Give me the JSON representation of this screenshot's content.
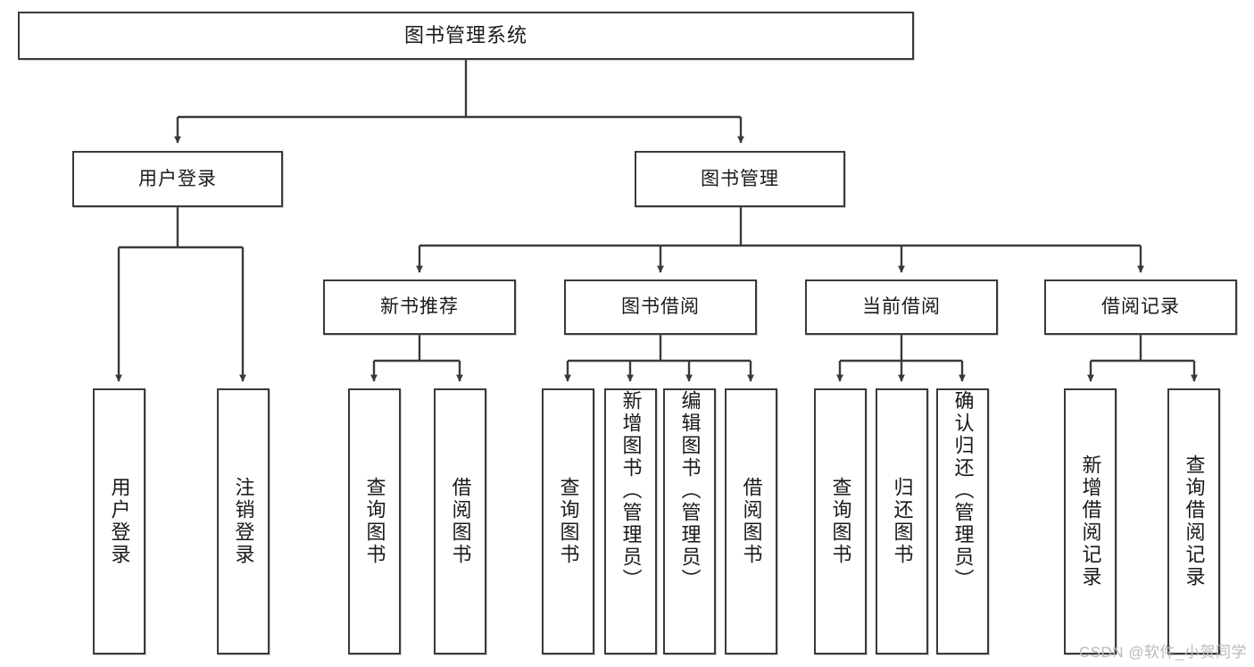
{
  "diagram": {
    "title": "图书管理系统",
    "type": "tree",
    "root": {
      "label": "图书管理系统"
    },
    "level1": [
      {
        "label": "用户登录"
      },
      {
        "label": "图书管理"
      }
    ],
    "level2": [
      {
        "label": "新书推荐"
      },
      {
        "label": "图书借阅"
      },
      {
        "label": "当前借阅"
      },
      {
        "label": "借阅记录"
      }
    ],
    "leaves": {
      "user_login": [
        {
          "label": "用户登录"
        },
        {
          "label": "注销登录"
        }
      ],
      "new_book_recommend": [
        {
          "label": "查询图书"
        },
        {
          "label": "借阅图书"
        }
      ],
      "book_borrow": [
        {
          "label": "查询图书"
        },
        {
          "label": "新增图书（管理员）"
        },
        {
          "label": "编辑图书（管理员）"
        },
        {
          "label": "借阅图书"
        }
      ],
      "current_borrow": [
        {
          "label": "查询图书"
        },
        {
          "label": "归还图书"
        },
        {
          "label": "确认归还（管理员）"
        }
      ],
      "borrow_record": [
        {
          "label": "新增借阅记录"
        },
        {
          "label": "查询借阅记录"
        }
      ]
    }
  },
  "watermark": {
    "text": "CSDN @软件_小贺同学"
  },
  "colors": {
    "box_border": "#3a3a3a",
    "box_fill": "#ffffff",
    "line": "#3a3a3a",
    "text": "#1a1a1a",
    "watermark": "#b9b9b9"
  }
}
